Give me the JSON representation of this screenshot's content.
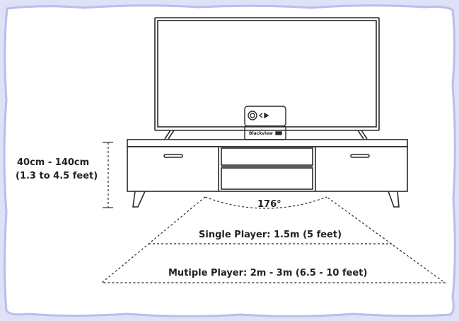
{
  "device": {
    "brand": "Blackview"
  },
  "labels": {
    "height_range": "40cm - 140cm",
    "height_range_feet": "(1.3 to 4.5 feet)",
    "angle": "176°",
    "single_player": "Single Player: 1.5m (5 feet)",
    "multiple_player": "Mutiple Player: 2m - 3m (6.5 - 10 feet)"
  },
  "colors": {
    "frame": "#c9cdef",
    "line": "#2a2a2a",
    "text": "#222222",
    "background": "#ffffff"
  }
}
